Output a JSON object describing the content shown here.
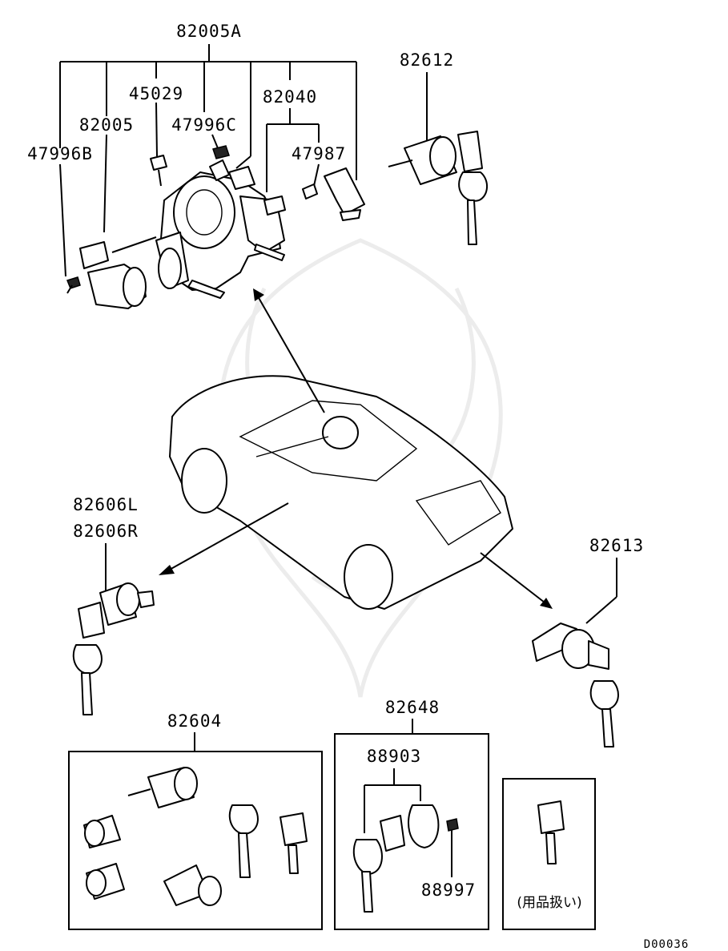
{
  "diagram": {
    "labels": {
      "group_82005A": "82005A",
      "p45029": "45029",
      "p82040": "82040",
      "p82005": "82005",
      "p47996C": "47996C",
      "p47996B": "47996B",
      "p47987": "47987",
      "p82612": "82612",
      "p82606L": "82606L",
      "p82606R": "82606R",
      "p82613": "82613",
      "p82604": "82604",
      "p82648": "82648",
      "p88903": "88903",
      "p88997": "88997",
      "note_jp": "(用品扱い)",
      "diagram_code": "D00036"
    }
  }
}
